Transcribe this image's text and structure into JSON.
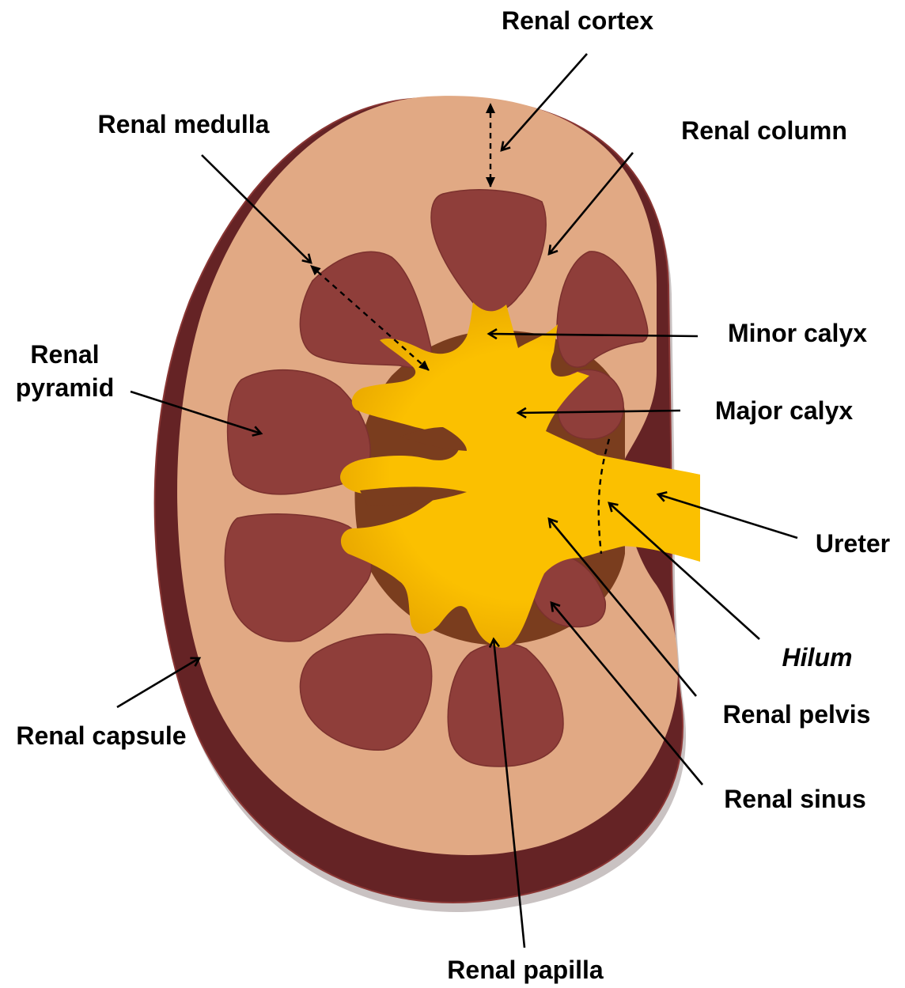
{
  "labels": {
    "renal_cortex": "Renal cortex",
    "renal_medulla": "Renal medulla",
    "renal_column": "Renal column",
    "minor_calyx": "Minor calyx",
    "renal_pyramid_line1": "Renal",
    "renal_pyramid_line2": "pyramid",
    "major_calyx": "Major calyx",
    "ureter": "Ureter",
    "hilum": "Hilum",
    "renal_pelvis": "Renal pelvis",
    "renal_sinus": "Renal sinus",
    "renal_capsule": "Renal capsule",
    "renal_papilla": "Renal papilla"
  },
  "colors": {
    "capsule": "#652325",
    "cortex": "#e1a984",
    "pyramid": "#8f3e3a",
    "sinus": "#7a3d1e",
    "calyx": "#fbbf00"
  }
}
